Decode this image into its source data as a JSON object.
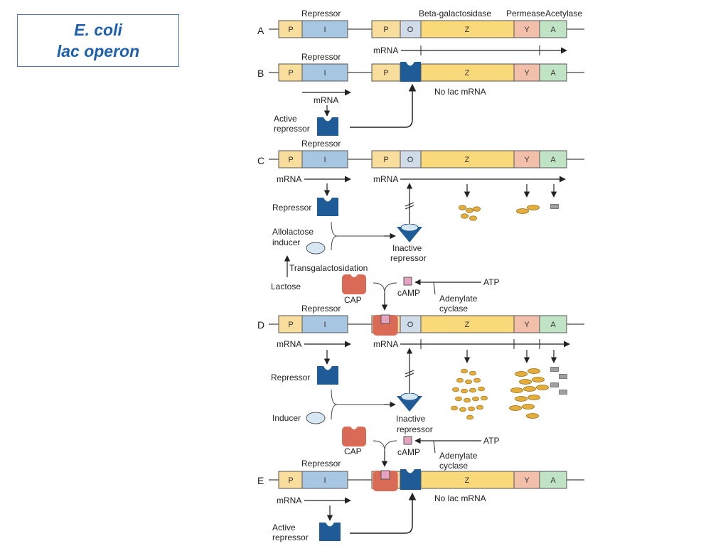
{
  "title": {
    "line1": "E. coli",
    "line2": "lac operon"
  },
  "colors": {
    "promoter": "#f8dd9c",
    "repressor_gene": "#a7c6e1",
    "operator": "#cfdbe8",
    "z_gene": "#fad97a",
    "y_gene": "#f2c0aa",
    "a_gene": "#bfe3c4",
    "repressor": "#1f5b96",
    "inducer": "#d6e6f2",
    "cap": "#d96a55",
    "camp": "#e6a3c0",
    "product_z": "#e3ae3c",
    "product_a": "#a0a0a0"
  },
  "genes": {
    "p": "P",
    "i": "I",
    "o": "O",
    "z": "Z",
    "y": "Y",
    "a": "A"
  },
  "labels": {
    "repressor_gene": "Repressor",
    "beta_gal": "Beta-galactosidase",
    "permease": "Permease",
    "acetylase": "Acetylase",
    "mrna": "mRNA",
    "no_lac_mrna": "No lac mRNA",
    "active_repressor_1": "Active",
    "active_repressor_2": "repressor",
    "repressor": "Repressor",
    "allolactose_1": "Allolactose",
    "allolactose_2": "inducer",
    "inactive_1": "Inactive",
    "inactive_2": "repressor",
    "transgalactosidation": "Transgalactosidation",
    "lactose": "Lactose",
    "cap": "CAP",
    "camp": "cAMP",
    "atp": "ATP",
    "adenylate_1": "Adenylate",
    "adenylate_2": "cyclase",
    "inducer": "Inducer"
  },
  "rows": {
    "a": "A",
    "b": "B",
    "c": "C",
    "d": "D",
    "e": "E"
  }
}
